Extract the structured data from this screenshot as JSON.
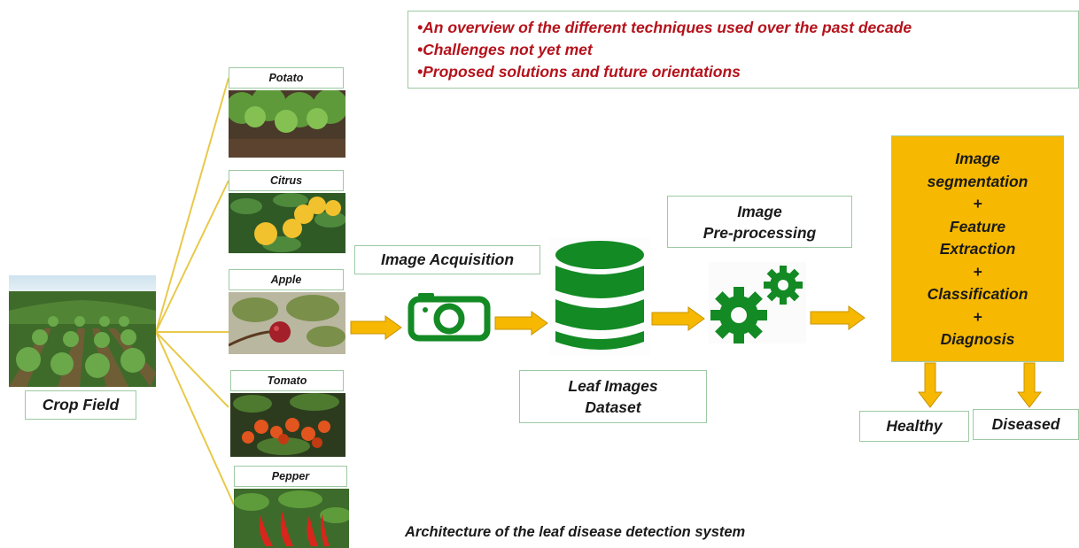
{
  "summary_points": [
    "•An overview of the different techniques used over the past decade",
    "•Challenges not yet met",
    "•Proposed solutions and future orientations"
  ],
  "source": {
    "label": "Crop Field"
  },
  "crops": [
    {
      "name": "Potato"
    },
    {
      "name": "Citrus"
    },
    {
      "name": "Apple"
    },
    {
      "name": "Tomato"
    },
    {
      "name": "Pepper"
    }
  ],
  "steps": {
    "acquisition": "Image Acquisition",
    "dataset_line1": "Leaf Images",
    "dataset_line2": "Dataset",
    "preprocess_line1": "Image",
    "preprocess_line2": "Pre-processing"
  },
  "analysis": [
    "Image",
    "segmentation",
    "+",
    "Feature",
    "Extraction",
    "+",
    "Classification",
    "+",
    "Diagnosis"
  ],
  "outcomes": {
    "healthy": "Healthy",
    "diseased": "Diseased"
  },
  "caption": "Architecture of the leaf disease detection system",
  "colors": {
    "accent_red": "#b5121b",
    "icon_green": "#138a24",
    "arrow_gold": "#f6b800",
    "border_green": "#9dc9a3",
    "connector": "#e8c94a"
  },
  "icons": [
    "camera-icon",
    "database-icon",
    "gears-icon"
  ]
}
